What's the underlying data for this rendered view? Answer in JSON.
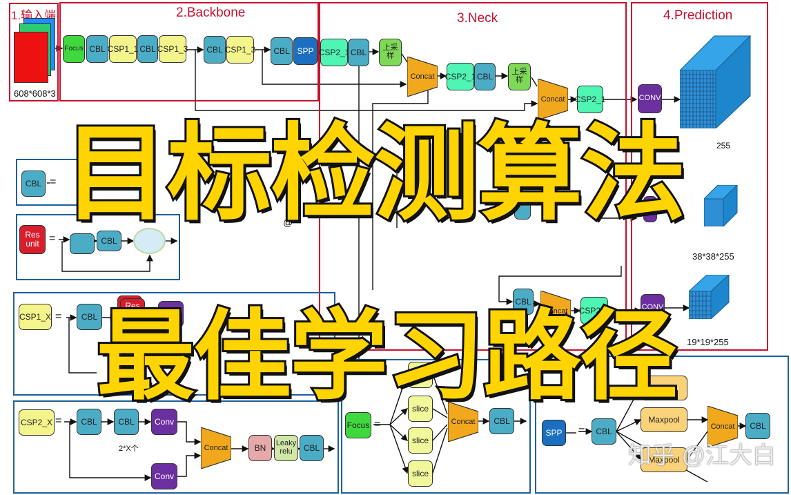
{
  "sections": {
    "input": "1.输入端",
    "backbone": "2.Backbone",
    "neck": "3.Neck",
    "prediction": "4.Prediction"
  },
  "input_size": "608*608*3",
  "blocks": {
    "focus": "Focus",
    "cbl": "CBL",
    "csp1_1": "CSP1_1",
    "csp1_3": "CSP1_3",
    "spp": "SPP",
    "csp2_1": "CSP2_1",
    "upsample": "上采样",
    "concat": "Concat",
    "conv": "CONV",
    "conv_lower": "Conv",
    "res_unit": "Res\nunit",
    "res": "Res",
    "slice": "slice",
    "maxpool": "Maxpool",
    "bn": "BN",
    "leaky": "Leaky\nrelu"
  },
  "legends": {
    "csp1_x": "CSP1_X",
    "csp2_x": "CSP2_X",
    "two_x": "2*X个",
    "equals": "="
  },
  "outputs": {
    "o76": "255",
    "o38": "38*38*255",
    "o19": "19*19*255"
  },
  "partial_text": {
    "neck_fragment_1": "S",
    "neck_fragment_2": "@"
  },
  "overlay": {
    "line1": "目标检测算法",
    "line2": "最佳学习路径"
  },
  "watermark": "知乎 @江大白",
  "colors": {
    "frame_red": "#c8102e",
    "frame_blue": "#1f5f9c",
    "cbl": "#4bacc6",
    "csp1": "#f4f48c",
    "csp2": "#4ef5b3",
    "concat": "#f2a81d",
    "overlay_text": "#ffd400"
  }
}
